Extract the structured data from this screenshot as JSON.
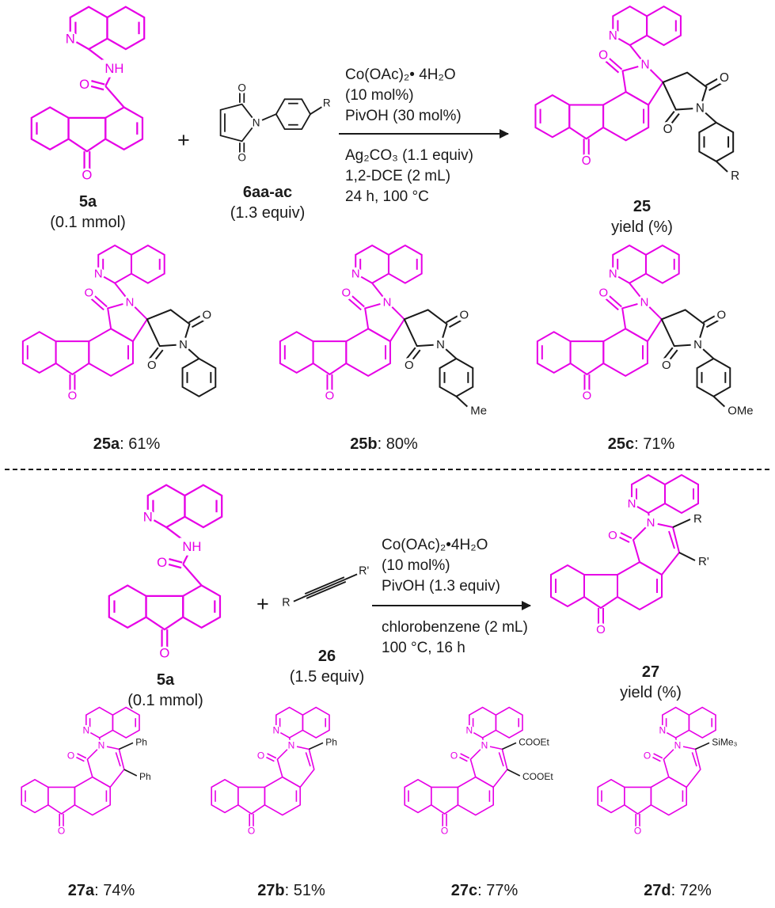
{
  "colors": {
    "magenta": "#e600e6",
    "ink": "#1a1a1a",
    "background": "#ffffff"
  },
  "symbols": {
    "plus": "+",
    "caption_separator": ": "
  },
  "atoms": {
    "N": "N",
    "NH": "NH",
    "O": "O"
  },
  "scheme1": {
    "reactant1": {
      "label": "5a",
      "amount": "(0.1 mmol)"
    },
    "reactant2": {
      "label": "6aa-ac",
      "amount": "(1.3 equiv)",
      "substituent": "R"
    },
    "conditions_above": [
      "Co(OAc)₂• 4H₂O",
      "(10 mol%)",
      "PivOH (30 mol%)"
    ],
    "conditions_below": [
      "Ag₂CO₃ (1.1 equiv)",
      "1,2-DCE (2 mL)",
      "24 h, 100 °C"
    ],
    "product": {
      "label": "25",
      "yield_label": "yield (%)",
      "substituent": "R"
    },
    "products": [
      {
        "label": "25a",
        "yield": "61%"
      },
      {
        "label": "25b",
        "yield": "80%",
        "substituent": "Me"
      },
      {
        "label": "25c",
        "yield": "71%",
        "substituent": "OMe"
      }
    ]
  },
  "scheme2": {
    "reactant1": {
      "label": "5a",
      "amount": "(0.1 mmol)"
    },
    "reactant2": {
      "label": "26",
      "amount": "(1.5 equiv)",
      "substituent_r": "R",
      "substituent_r_prime": "R'"
    },
    "conditions_above": [
      "Co(OAc)₂•4H₂O",
      "(10 mol%)",
      "PivOH (1.3 equiv)"
    ],
    "conditions_below": [
      "chlorobenzene (2 mL)",
      "100 °C, 16 h"
    ],
    "product": {
      "label": "27",
      "yield_label": "yield (%)",
      "substituent_r": "R",
      "substituent_r_prime": "R'"
    },
    "products": [
      {
        "label": "27a",
        "yield": "74%",
        "substituent_r": "Ph",
        "substituent_r_prime": "Ph"
      },
      {
        "label": "27b",
        "yield": "51%",
        "substituent_r": "Ph"
      },
      {
        "label": "27c",
        "yield": "77%",
        "substituent_r": "COOEt",
        "substituent_r_prime": "COOEt"
      },
      {
        "label": "27d",
        "yield": "72%",
        "substituent_r": "SiMe₃"
      }
    ]
  }
}
